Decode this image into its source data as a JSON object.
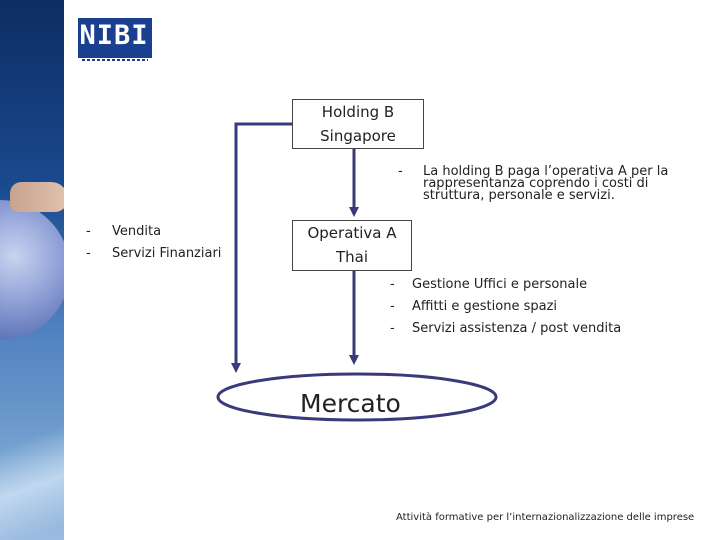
{
  "logo": {
    "text": "NIBI"
  },
  "holding_box": {
    "line1": "Holding B",
    "line2": "Singapore"
  },
  "operativa_box": {
    "line1": "Operativa A",
    "line2": "Thai"
  },
  "note": {
    "dash": "-",
    "text": "La holding B paga l’operativa A per la rappresentanza coprendo i costi di struttura, personale e servizi."
  },
  "left_list": {
    "items": [
      {
        "dash": "-",
        "label": "Vendita"
      },
      {
        "dash": "-",
        "label": "Servizi Finanziari"
      }
    ]
  },
  "right_list": {
    "items": [
      {
        "dash": "-",
        "label": "Gestione Uffici e personale"
      },
      {
        "dash": "-",
        "label": "Affitti e gestione spazi"
      },
      {
        "dash": "-",
        "label": "Servizi assistenza / post vendita"
      }
    ]
  },
  "mercato": {
    "label": "Mercato"
  },
  "footer": {
    "text": "Attività formative per l’internazionalizzazione delle imprese"
  },
  "colors": {
    "arrow": "#3a3a7a",
    "logo_blue": "#1b3f8f",
    "panel_dark": "#0d2d63"
  }
}
